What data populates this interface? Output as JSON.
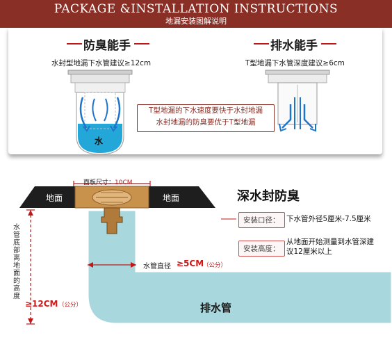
{
  "header": {
    "title": "PACKAGE &INSTALLATION INSTRUCTIONS",
    "subtitle": "地漏安装图解说明"
  },
  "left_panel": {
    "heading": "防臭能手",
    "note": "水封型地漏下水管建议≥12cm",
    "water_label": "水"
  },
  "right_panel": {
    "heading": "排水能手",
    "note": "T型地漏下水管深度建议≥6cm"
  },
  "comparison": {
    "line1": "T型地漏的下水速度要快于水封地漏",
    "line2": "水封地漏的防臭要优于T型地漏"
  },
  "bottom": {
    "panel_size_label": "面板尺寸：",
    "panel_size_value": "10CM",
    "ground_left": "地面",
    "ground_right": "地面",
    "depth_label": "水管底部离地面的高度",
    "depth_value": "≥12CM",
    "depth_unit": "（公分）",
    "pipe_diameter_label": "水管直径",
    "pipe_diameter_value": "≥5CM",
    "pipe_diameter_unit": "（公分）",
    "drain_label": "排水管"
  },
  "deep_seal": {
    "title": "深水封防臭",
    "specs": [
      {
        "label": "安装口径：",
        "value": "下水管外径5厘米-7.5厘米"
      },
      {
        "label": "安装高度：",
        "value": "从地面开始测量到水管深建议12厘米以上"
      }
    ]
  },
  "colors": {
    "header_bg": "#8a2f26",
    "pipe": "#a8d8de",
    "ground": "#1e1e1e",
    "accent_red": "#d01818",
    "brass": "#c8924c"
  }
}
